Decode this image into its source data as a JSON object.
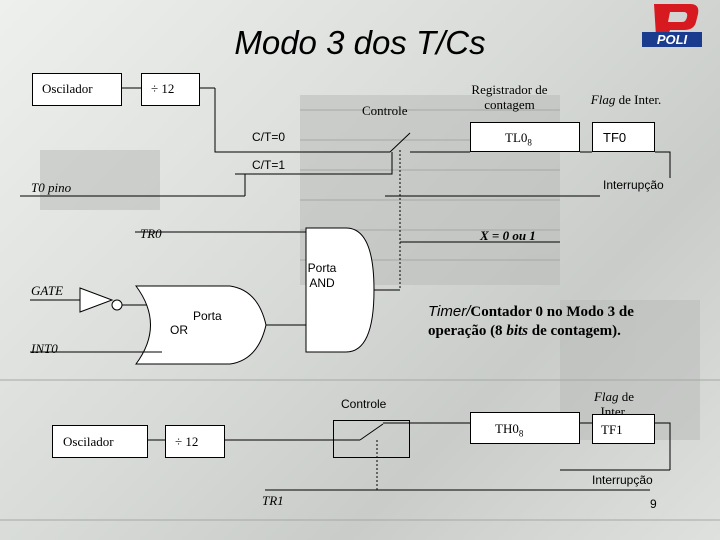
{
  "slide": {
    "title": "Modo 3 dos T/Cs",
    "page_number": "9"
  },
  "logo": {
    "text": "POLI",
    "brand_red": "#d71920",
    "brand_blue": "#1b3b8f"
  },
  "top": {
    "oscilador": "Oscilador",
    "divisor": "÷ 12",
    "controle": "Controle",
    "registrador": "Registrador de contagem",
    "tl0_main": "TL0",
    "tl0_sub": "8",
    "flag_word": "Flag",
    "flag_rest": " de Inter.",
    "tf0": "TF0",
    "ct0": "C/T=0",
    "ct1": "C/T=1",
    "t0pino": "T0 pino",
    "interrupcao": "Interrupção",
    "tr0": "TR0",
    "x_note": "X = 0 ou 1",
    "porta_and_1": "Porta",
    "porta_and_2": "AND",
    "gate": "GATE",
    "porta_or_1": "Porta",
    "porta_or_2": "OR",
    "int0": "INT0"
  },
  "description": {
    "timer_word": "Timer/",
    "part1": "Contador 0 no Modo 3 de operação (8 ",
    "bits_word": "bits",
    "part2": " de contagem)."
  },
  "bottom": {
    "controle": "Controle",
    "oscilador": "Oscilador",
    "divisor": "÷ 12",
    "th0_main": "TH0",
    "th0_sub": "8",
    "flag_word": "Flag",
    "flag_rest": " de Inter.",
    "tf1": "TF1",
    "interrupcao": "Interrupção",
    "tr1": "TR1"
  }
}
